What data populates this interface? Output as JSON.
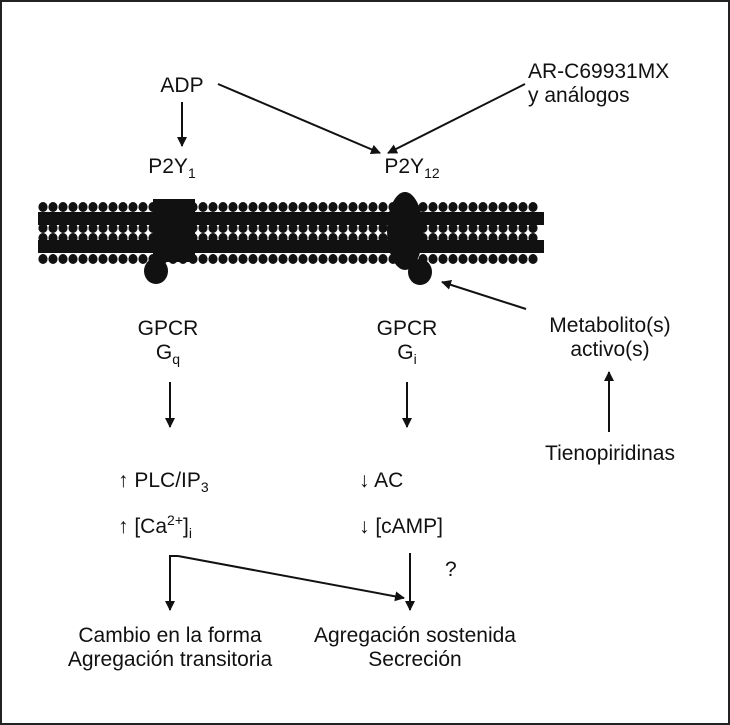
{
  "colors": {
    "ink": "#111111",
    "background": "#ffffff"
  },
  "labels": {
    "adp": "ADP",
    "antagonist_line1": "AR-C69931MX",
    "antagonist_line2": "y análogos",
    "p2y1": {
      "base": "P2Y",
      "sub": "1"
    },
    "p2y12": {
      "base": "P2Y",
      "sub": "12"
    },
    "gpcr_left": "GPCR",
    "gq": {
      "base": "G",
      "sub": "q"
    },
    "gpcr_right": "GPCR",
    "gi": {
      "base": "G",
      "sub": "i"
    },
    "metabolite_line1": "Metabolito(s)",
    "metabolite_line2": "activo(s)",
    "thienopyridines": "Tienopiridinas",
    "plc": {
      "arrow": "↑",
      "text": "PLC/IP",
      "sub": "3"
    },
    "ca": {
      "arrow": "↑",
      "text": "[Ca",
      "sup": "2+",
      "close": "]",
      "sub": "i"
    },
    "ac": "↓ AC",
    "camp": "↓ [cAMP]",
    "question": "?",
    "outcome_left_line1": "Cambio en la forma",
    "outcome_left_line2": "Agregación transitoria",
    "outcome_right_line1": "Agregación sostenida",
    "outcome_right_line2": "Secreción"
  }
}
